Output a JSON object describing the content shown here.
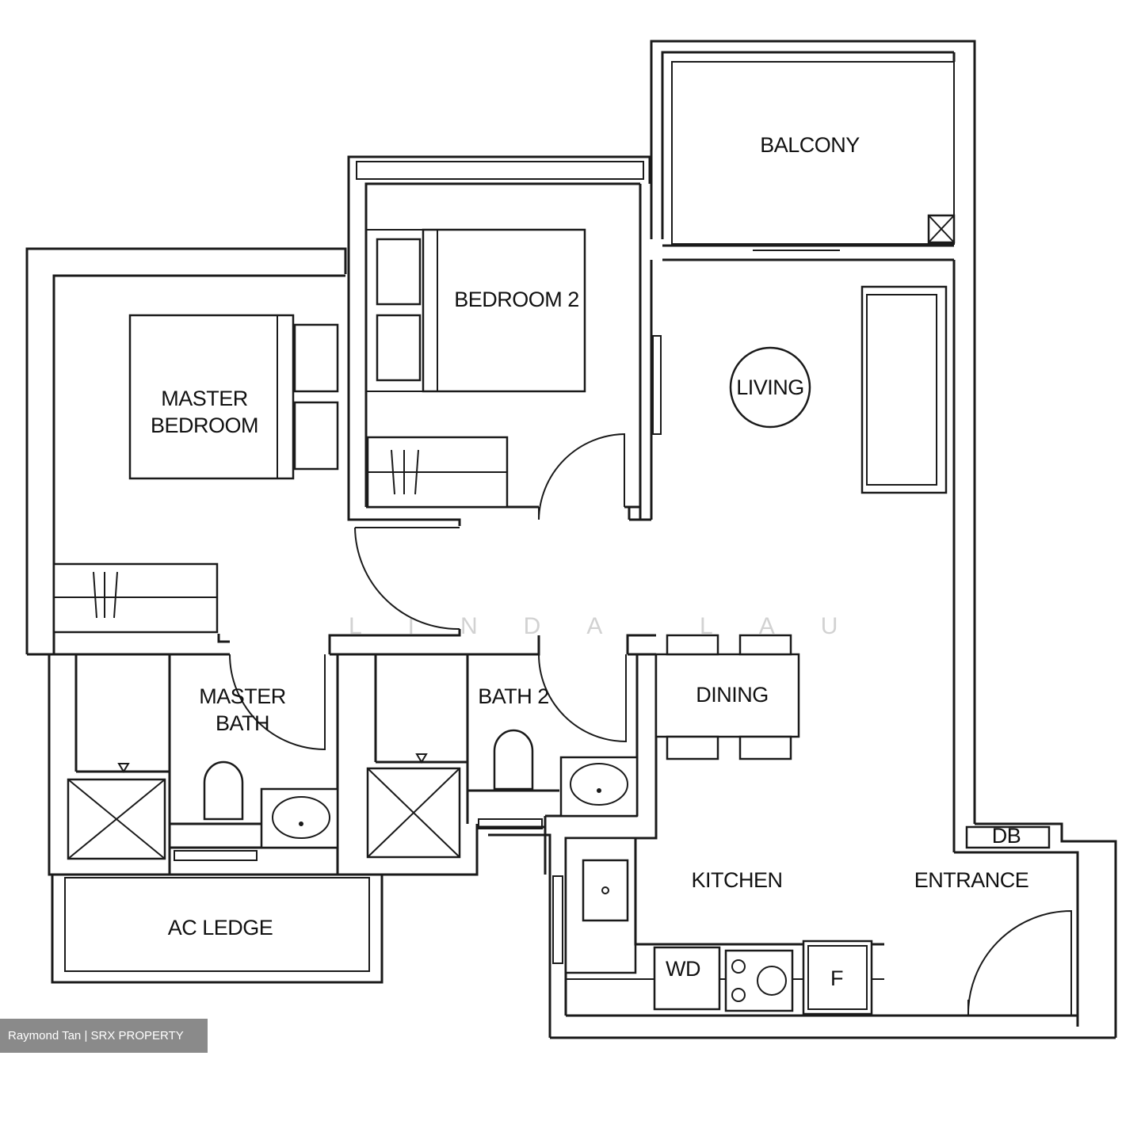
{
  "rooms": {
    "balcony": "BALCONY",
    "bedroom2": "BEDROOM 2",
    "living": "LIVING",
    "master_bedroom_line1": "MASTER",
    "master_bedroom_line2": "BEDROOM",
    "master_bath_line1": "MASTER",
    "master_bath_line2": "BATH",
    "bath2": "BATH 2",
    "dining": "DINING",
    "kitchen": "KITCHEN",
    "entrance": "ENTRANCE",
    "ac_ledge": "AC LEDGE"
  },
  "fixtures": {
    "db": "DB",
    "wd": "WD",
    "fridge": "F"
  },
  "watermark": "LINDA LAU",
  "credit": "Raymond Tan | SRX PROPERTY"
}
